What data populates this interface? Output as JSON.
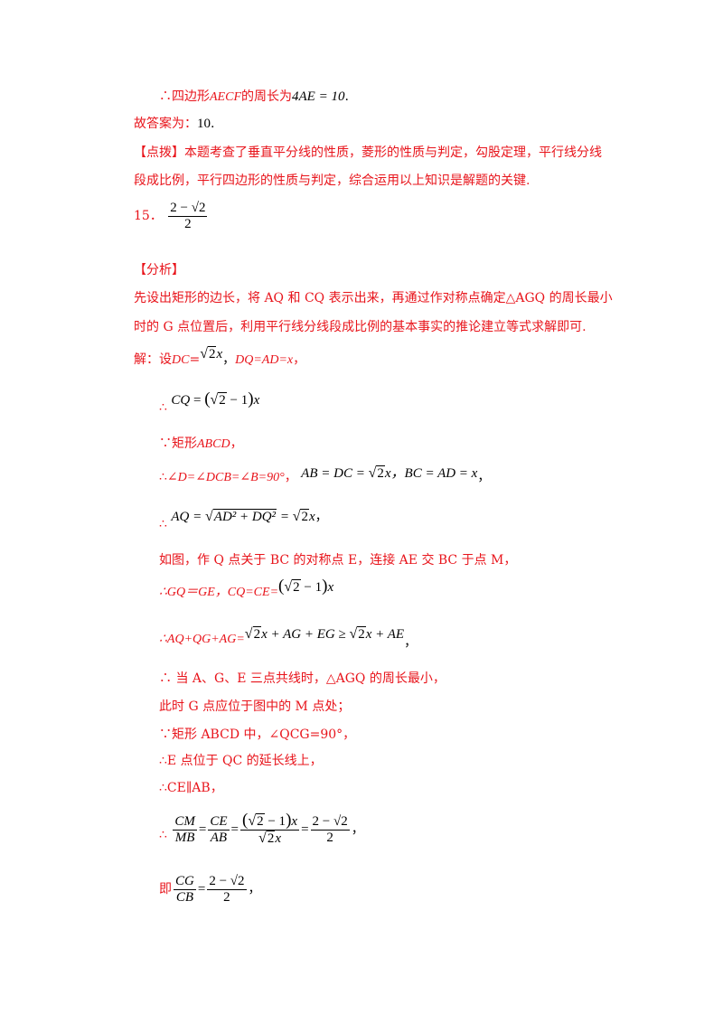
{
  "lines": {
    "l1": {
      "pre": "∴四边形",
      "shape": "AECF",
      "mid": "的周长为",
      "math": "4AE = 10",
      "post": "."
    },
    "l2": {
      "text": "故答案为：",
      "math": "10",
      "post": "."
    },
    "l3": {
      "tag": "【点拨】",
      "text": "本题考查了垂直平分线的性质，菱形的性质与判定，勾股定理，平行线分线"
    },
    "l4": {
      "text": "段成比例，平行四边形的性质与判定，综合运用以上知识是解题的关键."
    },
    "l5": {
      "num": "15．",
      "frac_num": "2 − √2",
      "frac_den": "2"
    },
    "l6": {
      "tag": "【分析】"
    },
    "l7": {
      "text": "先设出矩形的边长，将 AQ 和 CQ 表示出来，再通过作对称点确定△AGQ 的周长最小"
    },
    "l8": {
      "text": "时的 G 点位置后，利用平行线分线段成比例的基本事实的推论建立等式求解即可."
    },
    "l9": {
      "pre": "解：设",
      "dc": "DC",
      "eq": "=",
      "sqrt": "2",
      "x": "x",
      "sep": "，",
      "rest": "DQ=AD=x",
      "post": "，"
    },
    "l10": {
      "therefore": "∴",
      "lhs": "CQ",
      "eq": " = ",
      "sqrt": "2",
      "minus": " − 1",
      "x": "x"
    },
    "l11": {
      "because": "∵",
      "text": "矩形",
      "name": "ABCD",
      "post": "，"
    },
    "l12": {
      "pre": "∴∠",
      "angles": "D=∠DCB=∠B=90°",
      "sep": "，",
      "m1": "AB = DC = ",
      "sqrt": "2",
      "x": "x",
      "m2": "，BC = AD = x",
      "post": "，"
    },
    "l13": {
      "therefore": "∴",
      "lhs": "AQ = ",
      "rad": "AD² + DQ²",
      "mid": " = ",
      "sqrt": "2",
      "x": "x",
      "post": "，"
    },
    "l14": {
      "text": "如图，作 Q 点关于 BC 的对称点 E，连接 AE 交 BC 于点 M，"
    },
    "l15": {
      "pre": "∴GQ＝GE，CQ=CE=",
      "sqrt": "2",
      "minus": " − 1",
      "x": "x"
    },
    "l16": {
      "pre": "∴AQ+QG+AG=",
      "sqrt": "2",
      "mid": "x + AG + EG ≥ ",
      "sqrt2": "2",
      "end": "x + AE",
      "post": "，"
    },
    "l17": {
      "text": "∴ 当 A、G、E 三点共线时，△AGQ 的周长最小，"
    },
    "l18": {
      "text": "此时 G 点应位于图中的 M 点处；"
    },
    "l19": {
      "text": "∵矩形 ABCD 中，∠QCG=90°，"
    },
    "l20": {
      "text": "∴E 点位于 QC 的延长线上，"
    },
    "l21": {
      "text": "∴CE∥AB，"
    },
    "l22": {
      "therefore": "∴",
      "f1n": "CM",
      "f1d": "MB",
      "f2n": "CE",
      "f2d": "AB",
      "f3n_sqrt": "2",
      "f3n_rest": " − 1",
      "f3n_x": "x",
      "f3d_sqrt": "2",
      "f3d_x": "x",
      "f4n": "2 − √2",
      "f4d": "2",
      "post": "，"
    },
    "l23": {
      "pre": "即",
      "f1n": "CG",
      "f1d": "CB",
      "f2n": "2 − √2",
      "f2d": "2",
      "post": "，"
    }
  }
}
